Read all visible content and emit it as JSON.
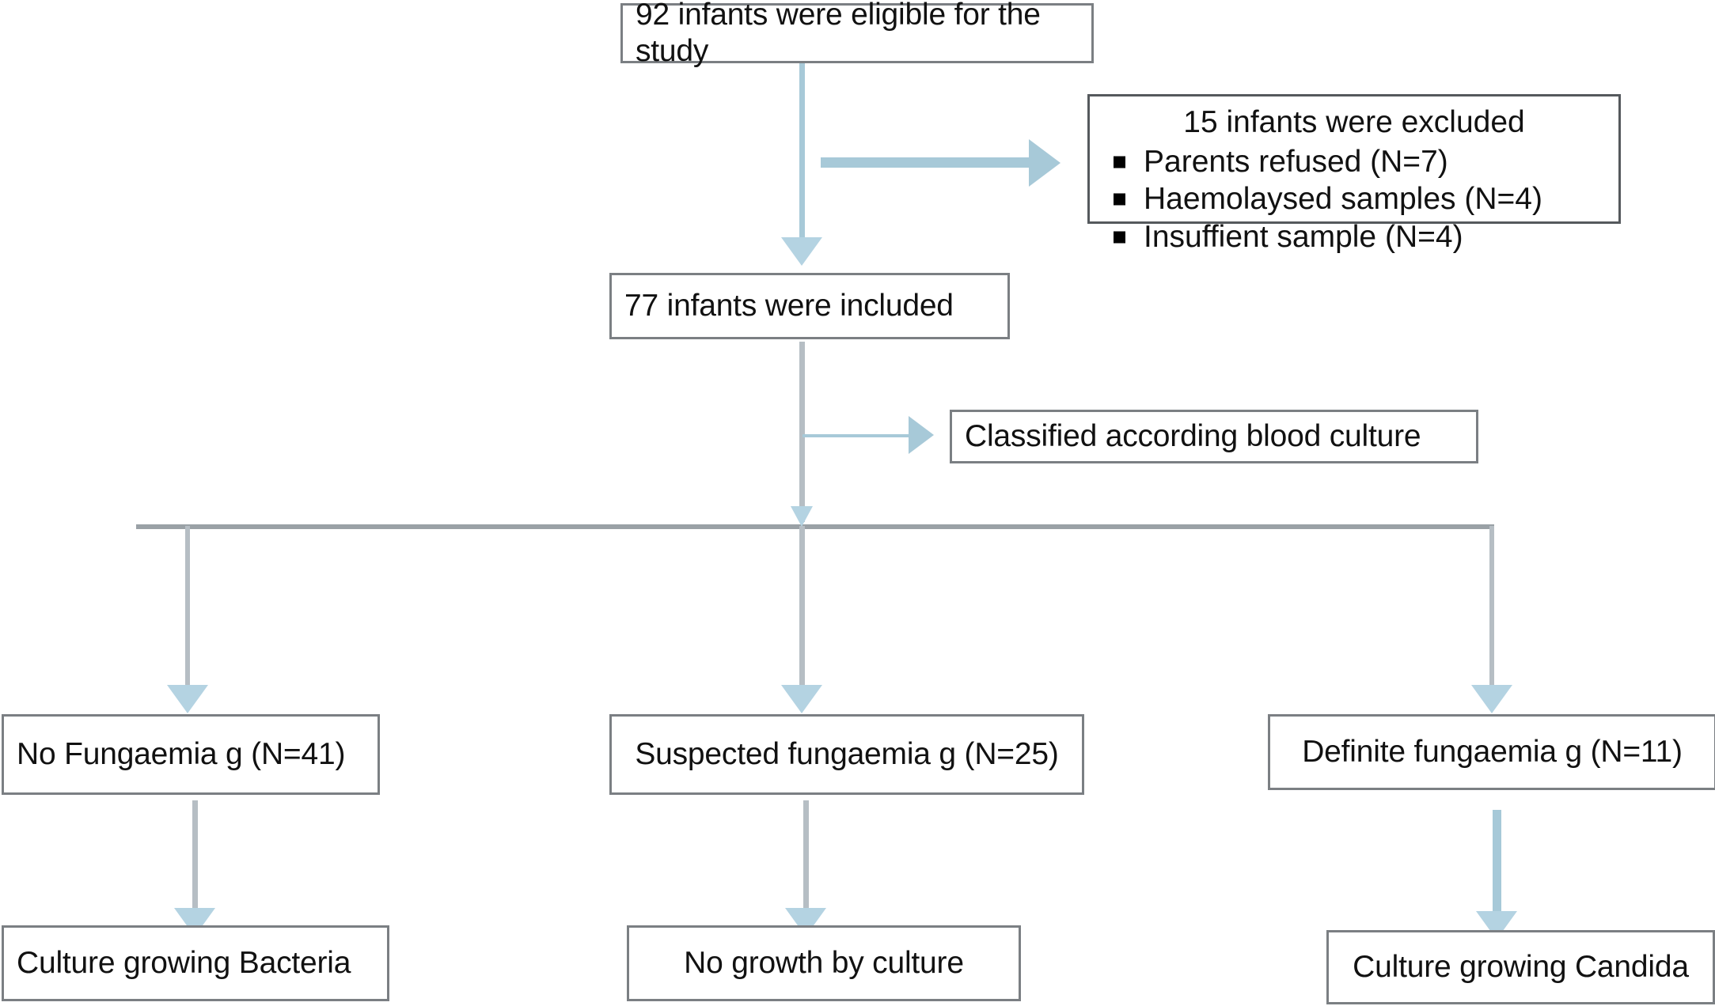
{
  "diagram": {
    "title": "Study enrolment and blood-culture classification flow",
    "accent_arrow_color": "#a7c9d8",
    "connector_line_color": "#9aa1a6",
    "box_border_color": "#7b7f83"
  },
  "nodes": {
    "eligible": {
      "label": "92 infants were eligible for the study"
    },
    "excluded": {
      "title": "15 infants were excluded",
      "items": [
        {
          "label": "Parents refused (N=7)"
        },
        {
          "label": "Haemolaysed samples (N=4)"
        },
        {
          "label": "Insuffient sample (N=4)"
        }
      ]
    },
    "included": {
      "label": "77 infants were included"
    },
    "classified": {
      "label": "Classified according blood culture"
    },
    "no_fungaemia": {
      "label": "No Fungaemia g (N=41)"
    },
    "suspected_fungaemia": {
      "label": "Suspected fungaemia g (N=25)"
    },
    "definite_fungaemia": {
      "label": "Definite fungaemia g (N=11)"
    },
    "culture_bacteria": {
      "label": "Culture growing Bacteria"
    },
    "no_growth": {
      "label": "No growth by culture"
    },
    "culture_candida": {
      "label": "Culture growing Candida"
    }
  },
  "chart_data": {
    "type": "diagram",
    "title": "Study enrolment and blood-culture classification flow",
    "nodes": [
      {
        "id": "eligible",
        "text": "92 infants were eligible for the study",
        "n": 92
      },
      {
        "id": "excluded",
        "text": "15 infants were excluded",
        "n": 15,
        "children": [
          {
            "text": "Parents refused (N=7)",
            "n": 7
          },
          {
            "text": "Haemolaysed samples (N=4)",
            "n": 4
          },
          {
            "text": "Insuffient sample (N=4)",
            "n": 4
          }
        ]
      },
      {
        "id": "included",
        "text": "77 infants were included",
        "n": 77
      },
      {
        "id": "classified",
        "text": "Classified according blood culture"
      },
      {
        "id": "no_fungaemia",
        "text": "No Fungaemia g (N=41)",
        "n": 41
      },
      {
        "id": "suspected_fungaemia",
        "text": "Suspected fungaemia g (N=25)",
        "n": 25
      },
      {
        "id": "definite_fungaemia",
        "text": "Definite fungaemia g (N=11)",
        "n": 11
      },
      {
        "id": "culture_bacteria",
        "text": "Culture growing Bacteria"
      },
      {
        "id": "no_growth",
        "text": "No growth by culture"
      },
      {
        "id": "culture_candida",
        "text": "Culture growing Candida"
      }
    ],
    "edges": [
      {
        "from": "eligible",
        "to": "excluded"
      },
      {
        "from": "eligible",
        "to": "included"
      },
      {
        "from": "included",
        "to": "classified"
      },
      {
        "from": "included",
        "to": "no_fungaemia"
      },
      {
        "from": "included",
        "to": "suspected_fungaemia"
      },
      {
        "from": "included",
        "to": "definite_fungaemia"
      },
      {
        "from": "no_fungaemia",
        "to": "culture_bacteria"
      },
      {
        "from": "suspected_fungaemia",
        "to": "no_growth"
      },
      {
        "from": "definite_fungaemia",
        "to": "culture_candida"
      }
    ]
  }
}
